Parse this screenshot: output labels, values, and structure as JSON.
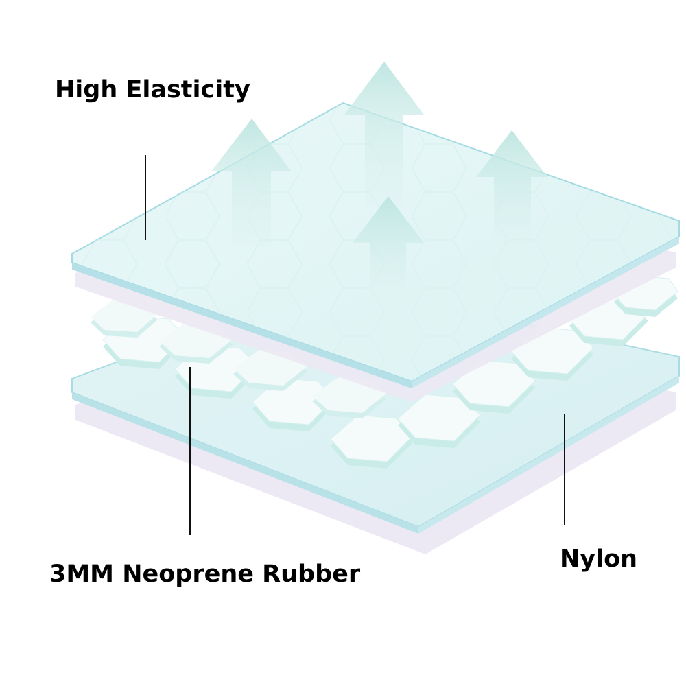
{
  "labels": {
    "top": "High Elasticity",
    "bottom": "3MM Neoprene Rubber",
    "right": "Nylon"
  },
  "colors": {
    "layer_fill": "#e6f7f6",
    "layer_edge": "#9fd6df",
    "hex_face": "#f4fbfa",
    "hex_side": "#c8ecea",
    "arrow": "#bfe6e2",
    "shadow": "#ebe8f3",
    "leader": "#111111"
  },
  "icons": {
    "arrows": "up-arrow-icon"
  }
}
